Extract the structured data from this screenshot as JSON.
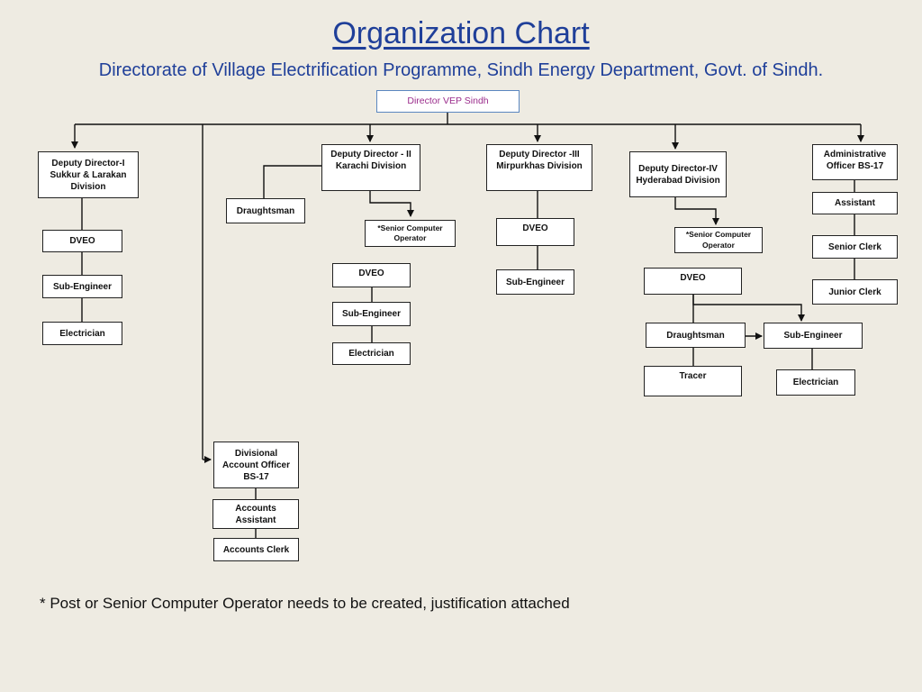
{
  "title": "Organization Chart",
  "subtitle": "Directorate of Village Electrification Programme, Sindh Energy Department, Govt. of Sindh.",
  "footnote": "* Post or Senior Computer Operator needs to be created, justification attached",
  "colors": {
    "title": "#1f3f99",
    "director_text": "#9b2d8c",
    "director_border": "#5b87c0",
    "background": "#eeebe2"
  },
  "nodes": {
    "director": "Director VEP Sindh",
    "dd1": "Deputy Director-I\nSukkur & Larakan\nDivision",
    "dd1_dveo": "DVEO",
    "dd1_sub_engineer": "Sub-Engineer",
    "dd1_electrician": "Electrician",
    "dd2": "Deputy Director - II\nKarachi Division",
    "dd2_draughtsman": "Draughtsman",
    "dd2_sco": "*Senior Computer\nOperator",
    "dd2_dveo": "DVEO",
    "dd2_sub_engineer": "Sub-Engineer",
    "dd2_electrician": "Electrician",
    "dd3": "Deputy Director -III\nMirpurkhas Division",
    "dd3_dveo": "DVEO",
    "dd3_sub_engineer": "Sub-Engineer",
    "dd4": "Deputy Director-IV\nHyderabad Division",
    "dd4_sco": "*Senior Computer\nOperator",
    "dd4_dveo": "DVEO",
    "dd4_draughtsman": "Draughtsman",
    "dd4_tracer": "Tracer",
    "dd4_sub_engineer": "Sub-Engineer",
    "dd4_electrician": "Electrician",
    "admin": "Administrative\nOfficer BS-17",
    "admin_assistant": "Assistant",
    "admin_senior_clerk": "Senior Clerk",
    "admin_junior_clerk": "Junior Clerk",
    "dao": "Divisional\nAccount Officer\nBS-17",
    "dao_accounts_assistant": "Accounts\nAssistant",
    "dao_accounts_clerk": "Accounts  Clerk"
  }
}
